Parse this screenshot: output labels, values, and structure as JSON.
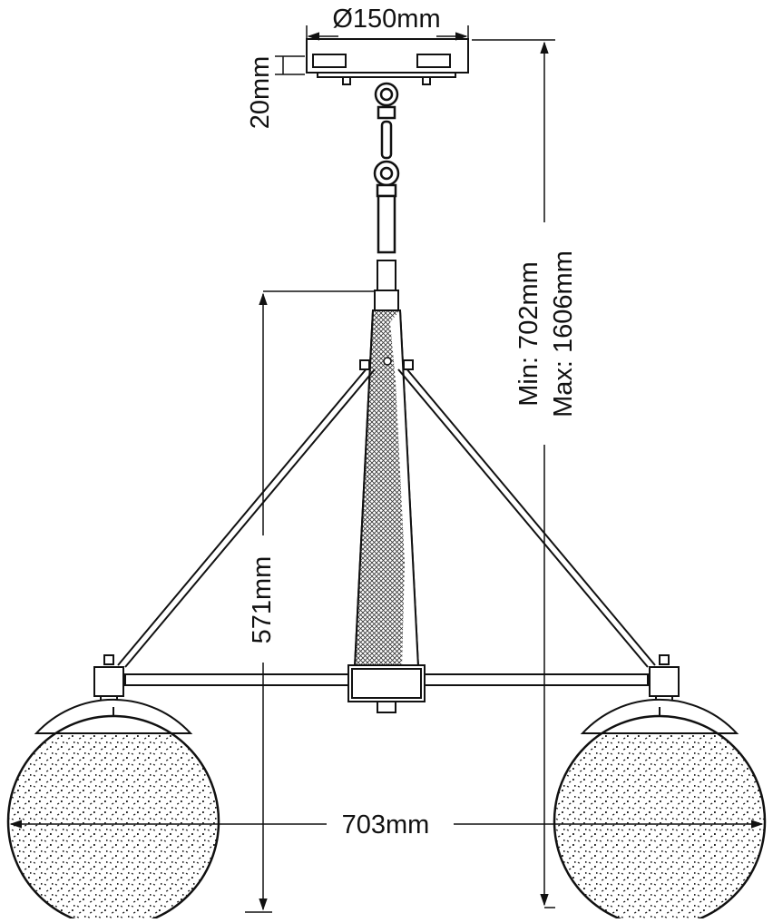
{
  "colors": {
    "line": "#111111",
    "background": "#ffffff"
  },
  "dimensions": {
    "canopy_diameter": "Ø150mm",
    "canopy_height": "20mm",
    "min_height": "Min: 702mm",
    "max_height": "Max: 1606mm",
    "body_height": "571mm",
    "overall_width": "703mm"
  }
}
